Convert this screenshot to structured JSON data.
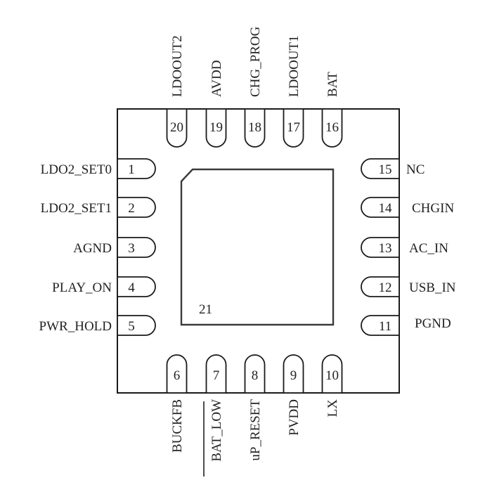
{
  "package": {
    "type": "QFN-20",
    "exposed_pad": {
      "number": "21"
    }
  },
  "pins": {
    "left": [
      {
        "number": "1",
        "name": "LDO2_SET0"
      },
      {
        "number": "2",
        "name": "LDO2_SET1"
      },
      {
        "number": "3",
        "name": "AGND"
      },
      {
        "number": "4",
        "name": "PLAY_ON"
      },
      {
        "number": "5",
        "name": "PWR_HOLD"
      }
    ],
    "bottom": [
      {
        "number": "6",
        "name": "BUCKFB"
      },
      {
        "number": "7",
        "name": "BAT_LOW",
        "overline": true
      },
      {
        "number": "8",
        "name": "uP_RESET"
      },
      {
        "number": "9",
        "name": "PVDD"
      },
      {
        "number": "10",
        "name": "LX"
      }
    ],
    "right": [
      {
        "number": "11",
        "name": "PGND"
      },
      {
        "number": "12",
        "name": "USB_IN"
      },
      {
        "number": "13",
        "name": "AC_IN"
      },
      {
        "number": "14",
        "name": "CHGIN"
      },
      {
        "number": "15",
        "name": "NC"
      }
    ],
    "top": [
      {
        "number": "16",
        "name": "BAT"
      },
      {
        "number": "17",
        "name": "LDOOUT1"
      },
      {
        "number": "18",
        "name": "CHG_PROG"
      },
      {
        "number": "19",
        "name": "AVDD"
      },
      {
        "number": "20",
        "name": "LDOOUT2"
      }
    ]
  }
}
